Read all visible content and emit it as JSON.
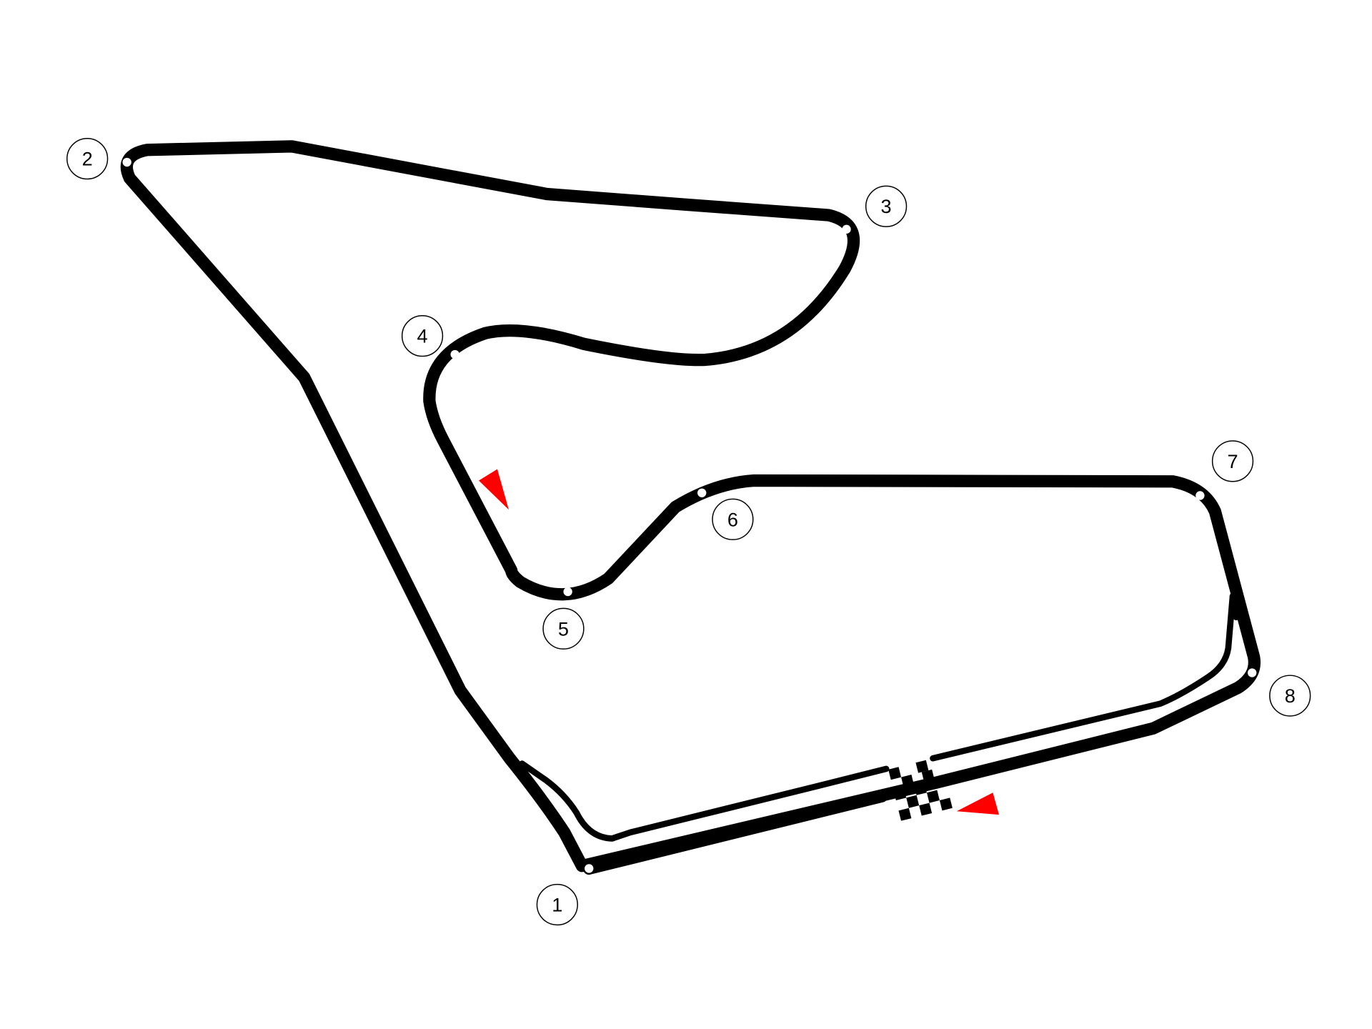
{
  "map": {
    "title": "Circuit layout",
    "colors": {
      "track": "#000000",
      "direction_arrow": "#ff0000",
      "background": "#ffffff"
    },
    "corners": [
      {
        "number": "1"
      },
      {
        "number": "2"
      },
      {
        "number": "3"
      },
      {
        "number": "4"
      },
      {
        "number": "5"
      },
      {
        "number": "6"
      },
      {
        "number": "7"
      },
      {
        "number": "8"
      }
    ],
    "features": {
      "start_finish": "checkered-flag-icon",
      "direction_indicators": [
        "direction-arrow-icon",
        "direction-arrow-icon"
      ]
    }
  }
}
